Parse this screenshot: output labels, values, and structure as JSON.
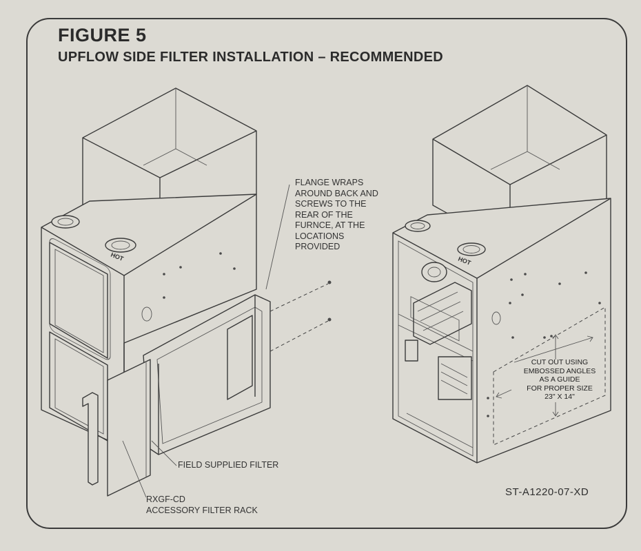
{
  "figure": {
    "title": "FIGURE 5",
    "subtitle": "UPFLOW SIDE FILTER INSTALLATION – RECOMMENDED"
  },
  "callouts": {
    "flange": "FLANGE WRAPS\nAROUND BACK AND\nSCREWS TO THE\nREAR OF THE\nFURNCE, AT THE\nLOCATIONS\nPROVIDED",
    "field_filter": "FIELD SUPPLIED FILTER",
    "filter_rack": "RXGF-CD\nACCESSORY FILTER RACK",
    "cutout": "CUT OUT USING\nEMBOSSED ANGLES\nAS A GUIDE\nFOR PROPER SIZE\n23\" X 14\""
  },
  "hot_label": "HOT",
  "drawing_code": "ST-A1220-07-XD"
}
